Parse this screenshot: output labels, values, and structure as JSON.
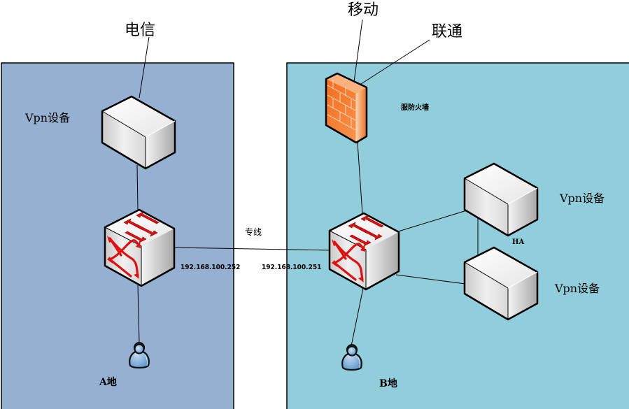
{
  "diagram": {
    "isps": {
      "telecom": "电信",
      "mobile": "移动",
      "unicom": "联通"
    },
    "zones": {
      "a": {
        "label": "A地",
        "color": "#95b0d0"
      },
      "b": {
        "label": "B地",
        "color": "#92cddb"
      }
    },
    "devices": {
      "vpn_a_label": "Vpn设备",
      "firewall_label": "服防火墙",
      "vpn_b1_label": "Vpn设备",
      "vpn_b2_label": "Vpn设备",
      "ha_label": "HA"
    },
    "links": {
      "leased_line_label": "专线",
      "ip_a": "192.168.100.252",
      "ip_b": "192.168.100.251"
    },
    "colors": {
      "firewall": "#f47a2a",
      "arrow": "#e01010",
      "user": "#6fa6d8"
    }
  }
}
